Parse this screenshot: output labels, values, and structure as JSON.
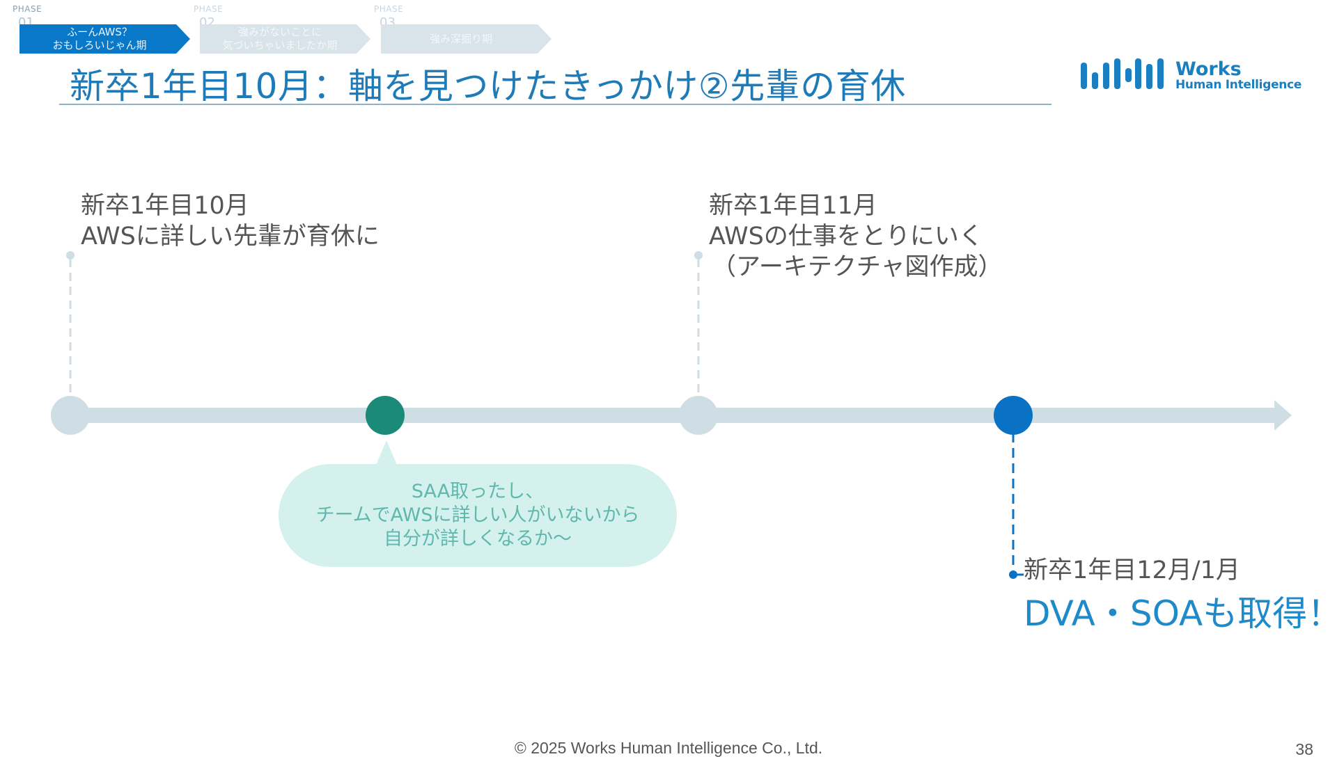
{
  "phases": [
    {
      "label": "PHASE",
      "num": "01",
      "text_line1": "ふーんAWS？",
      "text_line2": "おもしろいじゃん期",
      "active": true
    },
    {
      "label": "PHASE",
      "num": "02",
      "text_line1": "強みがないことに",
      "text_line2": "気づいちゃいましたか期",
      "active": false
    },
    {
      "label": "PHASE",
      "num": "03",
      "text_line1": "強み深掘り期",
      "text_line2": "",
      "active": false
    }
  ],
  "title": "新卒1年目10月：軸を見つけたきっかけ②先輩の育休",
  "logo": {
    "word": "Works",
    "sub": "Human Intelligence"
  },
  "events": {
    "ev1": {
      "head": "新卒1年目10月",
      "line1": "AWSに詳しい先輩が育休に"
    },
    "ev2": {
      "head": "新卒1年目11月",
      "line1": "AWSの仕事をとりにいく",
      "line2": "（アーキテクチャ図作成）"
    },
    "ev3": {
      "head": "新卒1年目12月/1月",
      "big": "DVA・SOAも取得！"
    }
  },
  "bubble": {
    "line1": "SAA取ったし、",
    "line2": "チームでAWSに詳しい人がいないから",
    "line3": "自分が詳しくなるか〜"
  },
  "footer": "© 2025 Works Human Intelligence Co., Ltd.",
  "page_number": "38",
  "colors": {
    "accent_blue": "#0a72c4",
    "teal": "#1c8a78",
    "timeline_gray": "#cfdde5",
    "title_blue": "#1f7ab8",
    "phase_active": "#0a78c8",
    "phase_inactive": "#d9e3ea"
  }
}
